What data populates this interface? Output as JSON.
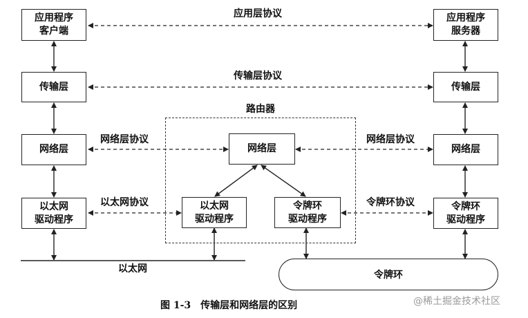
{
  "boxes": {
    "app_client": [
      "应用程序",
      "客户端"
    ],
    "transport_left": "传输层",
    "network_left": "网络层",
    "ether_driver_left": [
      "以太网",
      "驱动程序"
    ],
    "app_server": [
      "应用程序",
      "服务器"
    ],
    "transport_right": "传输层",
    "network_right": "网络层",
    "token_driver_right": [
      "令牌环",
      "驱动程序"
    ],
    "router_network": "网络层",
    "router_ether_driver": [
      "以太网",
      "驱动程序"
    ],
    "router_token_driver": [
      "令牌环",
      "驱动程序"
    ]
  },
  "labels": {
    "app_protocol": "应用层协议",
    "transport_protocol": "传输层协议",
    "router": "路由器",
    "network_protocol_left": "网络层协议",
    "network_protocol_right": "网络层协议",
    "ether_protocol": "以太网协议",
    "token_protocol": "令牌环协议",
    "ethernet": "以太网",
    "token_ring": "令牌环"
  },
  "caption": {
    "number": "图 1-3",
    "text": "传输层和网络层的区别"
  },
  "watermark": "@稀土掘金技术社区"
}
